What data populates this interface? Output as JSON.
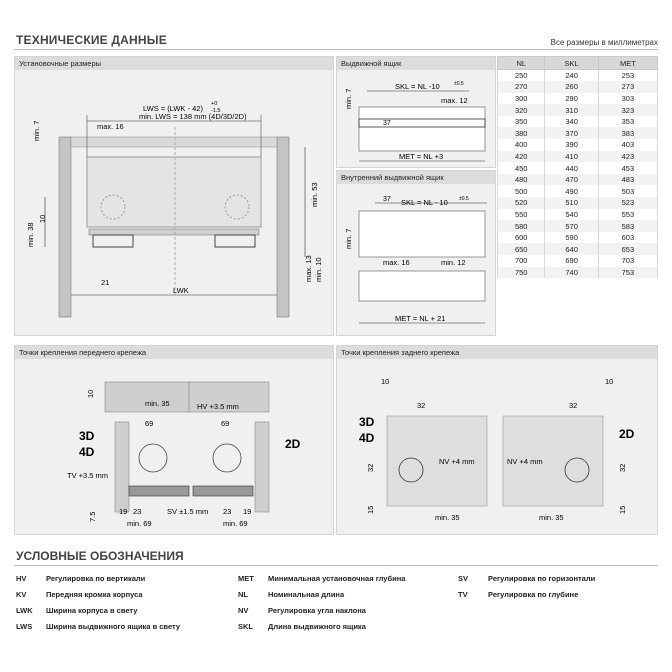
{
  "header": {
    "title": "ТЕХНИЧЕСКИЕ ДАННЫЕ",
    "units_note": "Все размеры в миллиметрах"
  },
  "panels": {
    "install": "Установочные размеры",
    "drawer": "Выдвижной ящик",
    "inner_drawer": "Внутренний выдвижной ящик",
    "front_mount": "Точки крепления переднего крепежа",
    "rear_mount": "Точки крепления заднего крепежа"
  },
  "install_dims": {
    "lws_formula": "LWS = (LWK - 42)",
    "lws_tol_top": "+0",
    "lws_tol_bottom": "-1.5",
    "lws_min": "min. LWS = 138 mm (4D/3D/2D)",
    "max16": "max. 16",
    "min7": "min. 7",
    "min38": "min. 38",
    "ten": "10",
    "min53": "min. 53",
    "max13": "max. 13",
    "min10": "min. 10",
    "d21": "21",
    "lwk": "LWK"
  },
  "drawer_dims": {
    "skl": "SKL = NL -10",
    "skl_tol": "±0.5",
    "max12": "max. 12",
    "min7": "min. 7",
    "d37": "37",
    "met": "MET = NL +3"
  },
  "inner_dims": {
    "d37": "37",
    "skl": "SKL = NL - 10",
    "skl_tol": "±0.5",
    "min7": "min. 7",
    "max16": "max. 16",
    "min12": "min. 12",
    "met": "MET = NL + 21"
  },
  "table": {
    "headers": [
      "NL",
      "SKL",
      "MET"
    ],
    "rows": [
      [
        "250",
        "240",
        "253"
      ],
      [
        "270",
        "260",
        "273"
      ],
      [
        "300",
        "290",
        "303"
      ],
      [
        "320",
        "310",
        "323"
      ],
      [
        "350",
        "340",
        "353"
      ],
      [
        "380",
        "370",
        "383"
      ],
      [
        "400",
        "390",
        "403"
      ],
      [
        "420",
        "410",
        "423"
      ],
      [
        "450",
        "440",
        "453"
      ],
      [
        "480",
        "470",
        "483"
      ],
      [
        "500",
        "490",
        "503"
      ],
      [
        "520",
        "510",
        "523"
      ],
      [
        "550",
        "540",
        "553"
      ],
      [
        "580",
        "570",
        "583"
      ],
      [
        "600",
        "590",
        "603"
      ],
      [
        "650",
        "640",
        "653"
      ],
      [
        "700",
        "690",
        "703"
      ],
      [
        "750",
        "740",
        "753"
      ]
    ]
  },
  "front_dims": {
    "d10": "10",
    "min35": "min. 35",
    "hv": "HV +3.5 mm",
    "d69a": "69",
    "d69b": "69",
    "tv": "TV +3.5 mm",
    "d75": "7.5",
    "d19": "19",
    "d23a": "23",
    "min69a": "min. 69",
    "sv": "SV ±1.5 mm",
    "d23b": "23",
    "d19b": "19",
    "min69b": "min. 69",
    "label_3d": "3D",
    "label_4d": "4D",
    "label_2d": "2D"
  },
  "rear_dims": {
    "d10a": "10",
    "d32a": "32",
    "d32b": "32",
    "nv_a": "NV +4 mm",
    "d15a": "15",
    "min35a": "min. 35",
    "d10b": "10",
    "d32c": "32",
    "d32d": "32",
    "nv_b": "NV +4 mm",
    "d15b": "15",
    "min35b": "min. 35",
    "label_3d": "3D",
    "label_4d": "4D",
    "label_2d": "2D"
  },
  "legend": {
    "title": "УСЛОВНЫЕ ОБОЗНАЧЕНИЯ",
    "items": [
      {
        "abbr": "HV",
        "text": "Регулировка по вертикали"
      },
      {
        "abbr": "KV",
        "text": "Передняя кромка корпуса"
      },
      {
        "abbr": "LWK",
        "text": "Ширина корпуса в свету"
      },
      {
        "abbr": "LWS",
        "text": "Ширина выдвижного ящика в свету"
      },
      {
        "abbr": "MET",
        "text": "Минимальная установочная глубина"
      },
      {
        "abbr": "NL",
        "text": "Номинальная длина"
      },
      {
        "abbr": "NV",
        "text": "Регулировка угла наклона"
      },
      {
        "abbr": "SKL",
        "text": "Длина выдвижного ящика"
      },
      {
        "abbr": "SV",
        "text": "Регулировка по горизонтали"
      },
      {
        "abbr": "TV",
        "text": "Регулировка по глубине"
      }
    ]
  }
}
